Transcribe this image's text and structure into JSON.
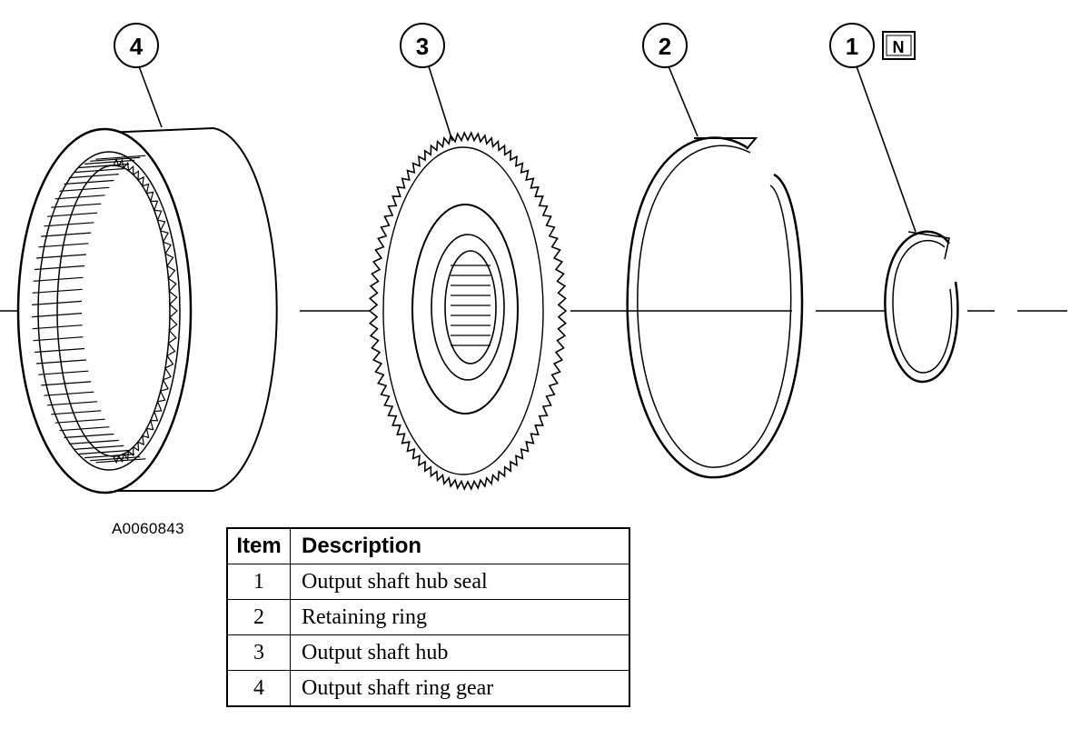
{
  "figure_id": "A0060843",
  "callouts": {
    "part_4": "4",
    "part_3": "3",
    "part_2": "2",
    "part_1": "1",
    "new_part_flag": "N"
  },
  "legend": {
    "headers": {
      "item": "Item",
      "description": "Description"
    },
    "rows": [
      {
        "item": "1",
        "description": "Output shaft hub seal"
      },
      {
        "item": "2",
        "description": "Retaining ring"
      },
      {
        "item": "3",
        "description": "Output shaft hub"
      },
      {
        "item": "4",
        "description": "Output shaft ring gear"
      }
    ]
  }
}
